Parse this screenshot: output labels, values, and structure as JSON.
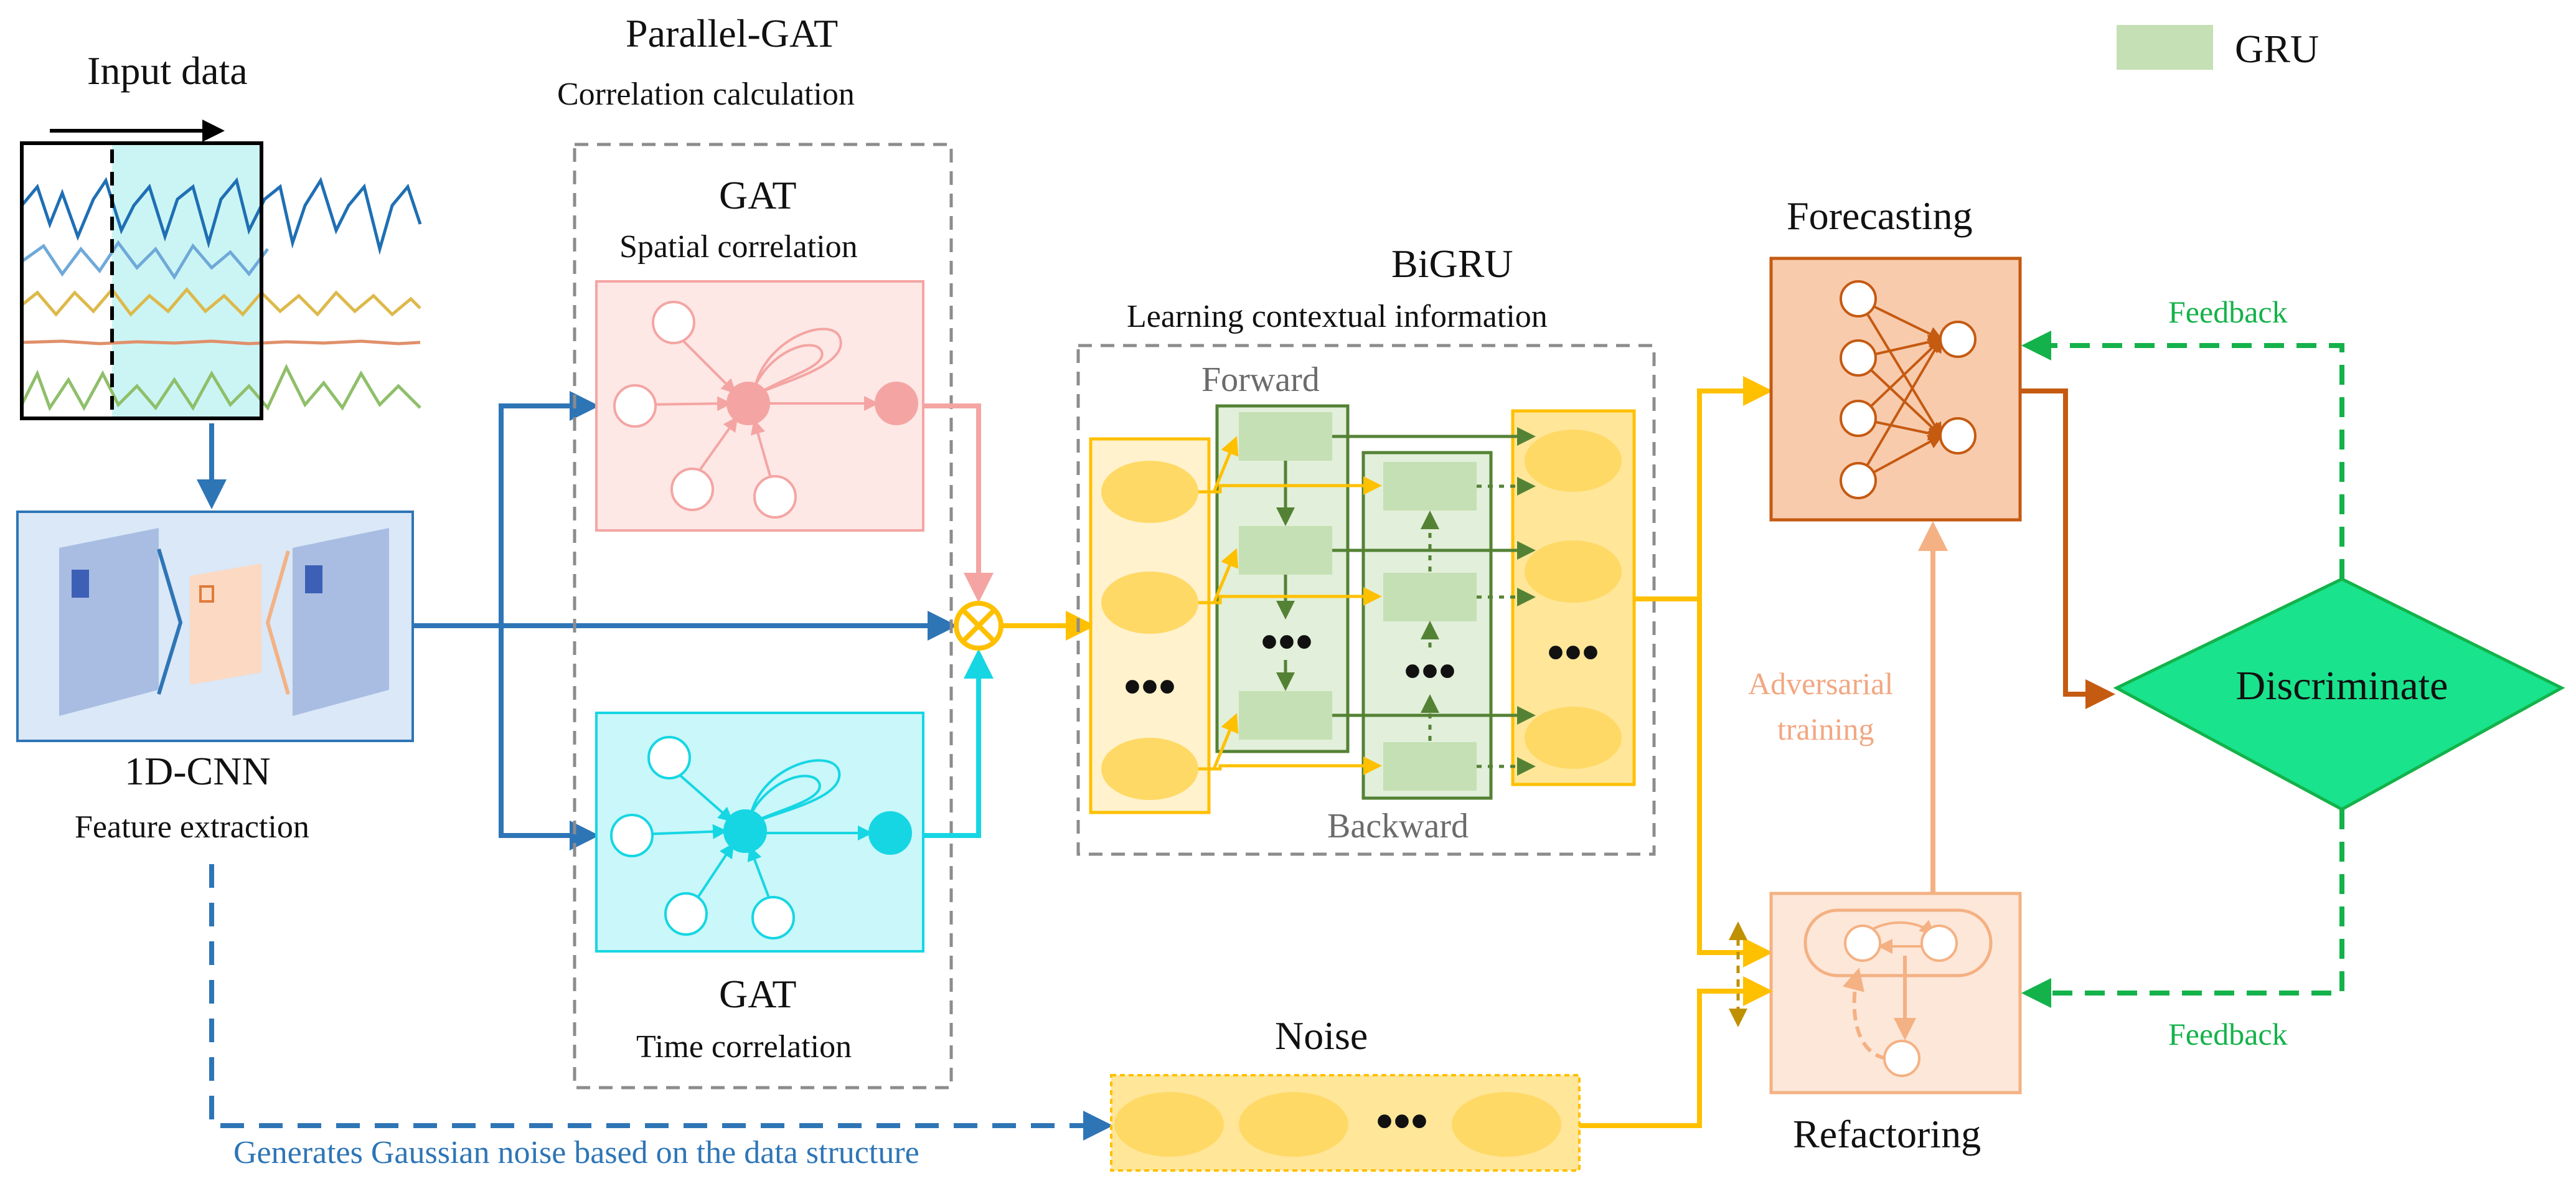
{
  "legend": {
    "gru_label": "GRU",
    "gru_color": "#c5e0b4"
  },
  "input": {
    "title": "Input data"
  },
  "cnn": {
    "title": "1D-CNN",
    "subtitle": "Feature extraction"
  },
  "parallel_gat": {
    "title": "Parallel-GAT",
    "subtitle": "Correlation calculation"
  },
  "gat_spatial": {
    "title": "GAT",
    "subtitle": "Spatial correlation",
    "color": "#f4a5a3"
  },
  "gat_time": {
    "title": "GAT",
    "subtitle": "Time correlation",
    "color": "#16d6e3"
  },
  "bigru": {
    "title": "BiGRU",
    "subtitle": "Learning  contextual information",
    "forward_label": "Forward",
    "backward_label": "Backward",
    "ellipsis": "•••"
  },
  "forecasting": {
    "title": "Forecasting",
    "color": "#c55a11"
  },
  "refactoring": {
    "title": "Refactoring",
    "color": "#f4b183"
  },
  "discriminate": {
    "label": "Discriminate",
    "color": "#19e38c"
  },
  "feedback": {
    "top_label": "Feedback",
    "bottom_label": "Feedback",
    "color": "#14b24a"
  },
  "adversarial": {
    "line1": "Adversarial",
    "line2": "training"
  },
  "noise": {
    "title": "Noise",
    "ellipsis": "•••"
  },
  "gaussian_note": {
    "text": "Generates Gaussian noise based on the data structure"
  },
  "colors": {
    "flow_blue": "#2e75b6",
    "flow_yellow": "#ffc000",
    "gru_dark_green": "#548235",
    "cell_yellow": "#ffd966"
  }
}
